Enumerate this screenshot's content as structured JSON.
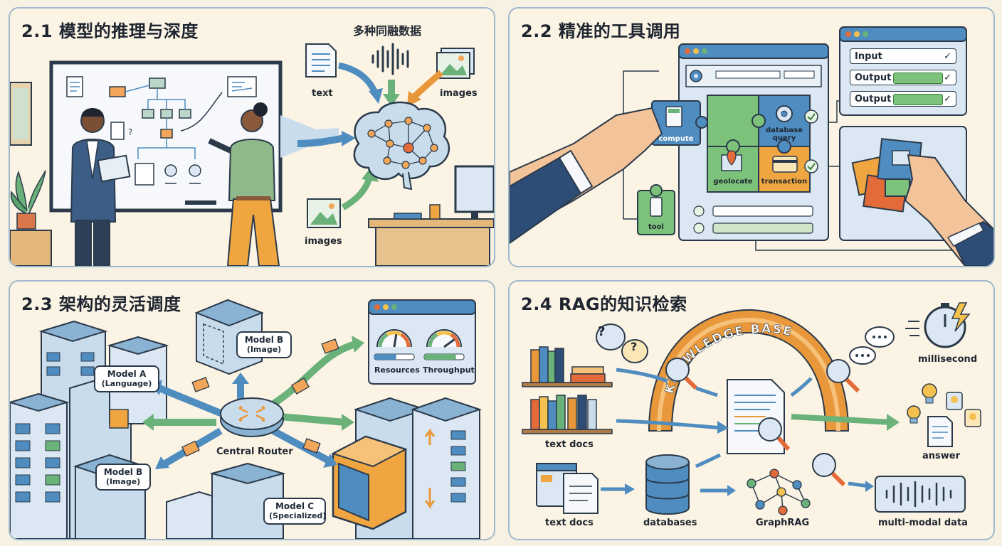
{
  "panels": [
    {
      "title": "2.1 模型的推理与深度"
    },
    {
      "title": "2.2 精准的工具调用"
    },
    {
      "title": "2.3 架构的灵活调度"
    },
    {
      "title": "2.4 RAG的知识检索"
    }
  ],
  "p1": {
    "fusion_title": "多种同融数据",
    "text_label": "text",
    "images_label_top": "images",
    "images_label_bottom": "images"
  },
  "p2": {
    "pieces": {
      "compute": "compute",
      "database_query": "database query",
      "geolocate": "geolocate",
      "transaction": "transaction",
      "tool": "tool"
    },
    "io": [
      {
        "label": "Input"
      },
      {
        "label": "Output"
      },
      {
        "label": "Output"
      }
    ],
    "check_glyph": "✓"
  },
  "p3": {
    "model_a": {
      "name": "Model A",
      "sub": "(Language)"
    },
    "model_b_top": {
      "name": "Model B",
      "sub": "(Image)"
    },
    "model_b_bottom": {
      "name": "Model B",
      "sub": "(Image)"
    },
    "model_c": {
      "name": "Model C",
      "sub": "(Specialized)"
    },
    "router": "Central Router",
    "gauges": [
      {
        "label": "Resources",
        "level": 0.55
      },
      {
        "label": "Throughput",
        "level": 0.8
      }
    ]
  },
  "p4": {
    "arch_label": "KNOWLEDGE BASE",
    "text_docs_top": "text docs",
    "text_docs_bottom": "text docs",
    "databases": "databases",
    "graphrag": "GraphRAG",
    "multimodal": "multi-modal data",
    "millisecond": "millisecond",
    "answer": "answer",
    "question_glyph": "?"
  },
  "colors": {
    "blue_arrow": "#4f8cc0",
    "green_arrow": "#6bb27a",
    "orange_arrow": "#e8983a",
    "dark": "#2b3a4a",
    "panel_border": "#9fb9cc"
  }
}
